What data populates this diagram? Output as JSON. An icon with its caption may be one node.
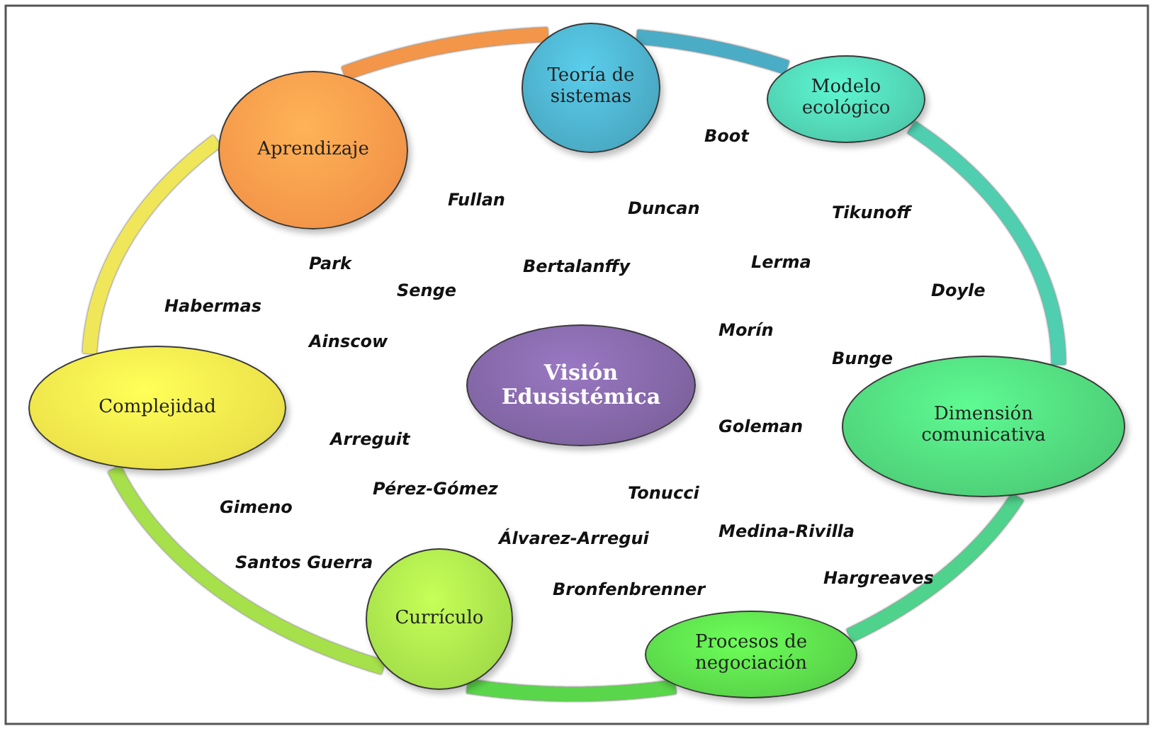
{
  "diagram": {
    "nodes": [
      {
        "text": [
          "Visión Edusistémica"
        ]
      },
      {
        "text": [
          "Teoría de sistemas"
        ]
      },
      {
        "text": [
          "Modelo ecológico"
        ]
      },
      {
        "text": [
          "Dimensión comunicativa"
        ]
      },
      {
        "text": [
          "Procesos de negociación"
        ]
      },
      {
        "text": [
          "Currículo"
        ]
      },
      {
        "text": [
          "Complejidad"
        ]
      },
      {
        "text": [
          "Aprendizaje"
        ]
      }
    ],
    "edges": [
      {
        "from": 7,
        "to": 1,
        "arrow": "none",
        "color": "#f39649"
      },
      {
        "from": 1,
        "to": 2,
        "arrow": "none",
        "color": "#4bacc6"
      },
      {
        "from": 2,
        "to": 3,
        "arrow": "none",
        "color": "#4fcfb0"
      },
      {
        "from": 3,
        "to": 4,
        "arrow": "none",
        "color": "#4fd28c"
      },
      {
        "from": 4,
        "to": 5,
        "arrow": "none",
        "color": "#5ad64a"
      },
      {
        "from": 5,
        "to": 6,
        "arrow": "none",
        "color": "#a6e04a"
      },
      {
        "from": 6,
        "to": 7,
        "arrow": "none",
        "color": "#f0e65a"
      }
    ],
    "labels": [
      "Boot",
      "Fullan",
      "Duncan",
      "Tikunoff",
      "Park",
      "Bertalanffy",
      "Lerma",
      "Senge",
      "Doyle",
      "Habermas",
      "Morín",
      "Ainscow",
      "Bunge",
      "Goleman",
      "Arreguit",
      "Pérez-Gómez",
      "Tonucci",
      "Gimeno",
      "Medina-Rivilla",
      "Álvarez-Arregui",
      "Santos Guerra",
      "Hargreaves",
      "Bronfenbrenner"
    ]
  }
}
